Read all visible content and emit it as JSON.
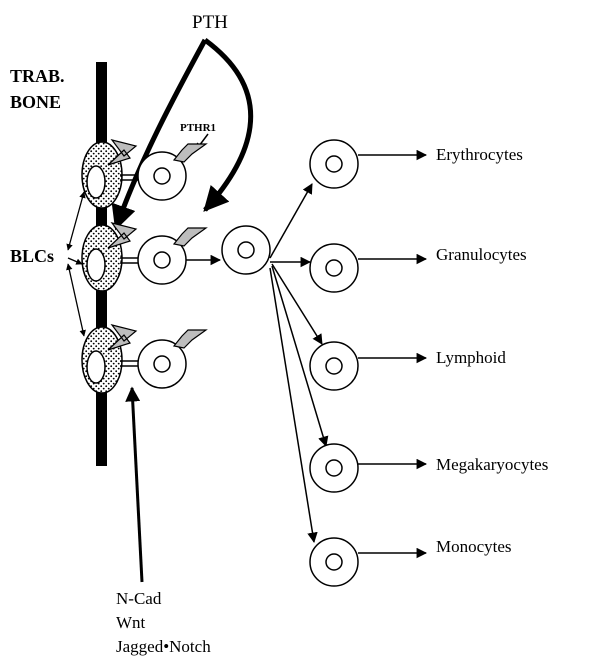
{
  "labels": {
    "pth": "PTH",
    "trab_line1": "TRAB.",
    "trab_line2": "BONE",
    "pthr1": "PTHR1",
    "blcs": "BLCs",
    "signal_1": "N-Cad",
    "signal_2": "Wnt",
    "signal_3": "Jagged•Notch"
  },
  "lineages": [
    "Erythrocytes",
    "Granulocytes",
    "Lymphoid",
    "Megakaryocytes",
    "Monocytes"
  ],
  "colors": {
    "ink": "#000000",
    "arrowhead_fill": "#bdbdbd",
    "paper": "#ffffff"
  }
}
